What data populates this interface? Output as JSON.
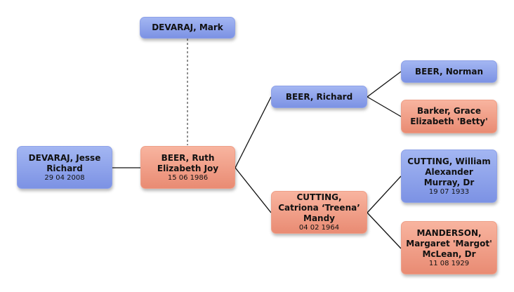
{
  "colors": {
    "male": "#8ea1e8",
    "female": "#ef9b85",
    "line": "#111111"
  },
  "people": {
    "mark": {
      "name": "DEVARAJ, Mark",
      "date": ""
    },
    "jesse": {
      "name": "DEVARAJ, Jesse Richard",
      "date": "29 04 2008"
    },
    "ruth": {
      "name": "BEER, Ruth Elizabeth Joy",
      "date": "15 06 1986"
    },
    "richard": {
      "name": "BEER, Richard",
      "date": ""
    },
    "catriona": {
      "name": "CUTTING, Catriona ‘Treena’ Mandy",
      "date": "04 02 1964"
    },
    "norman": {
      "name": "BEER, Norman",
      "date": ""
    },
    "grace": {
      "name": "Barker, Grace Elizabeth 'Betty'",
      "date": ""
    },
    "william": {
      "name": "CUTTING, William Alexander Murray, Dr",
      "date": "19 07 1933"
    },
    "margaret": {
      "name": "MANDERSON, Margaret 'Margot' McLean, Dr",
      "date": "11 08 1929"
    }
  }
}
